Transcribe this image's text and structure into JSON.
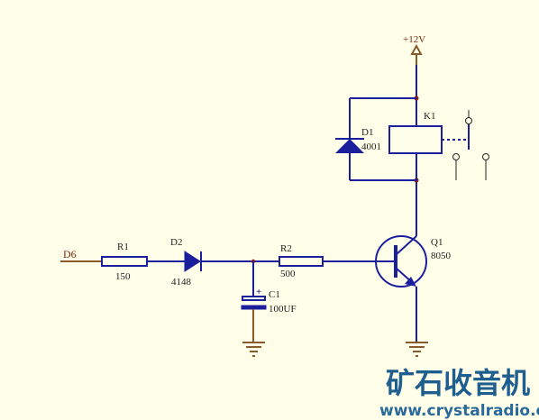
{
  "labels": {
    "net_input": "D6",
    "supply": "+12V",
    "r1_name": "R1",
    "r1_value": "150",
    "d2_name": "D2",
    "d2_value": "4148",
    "r2_name": "R2",
    "r2_value": "500",
    "c1_name": "C1",
    "c1_value": "100UF",
    "c1_polarity": "+",
    "d1_name": "D1",
    "d1_value": "4001",
    "k1_name": "K1",
    "q1_name": "Q1",
    "q1_value": "8050"
  },
  "watermark": {
    "text_cn": "矿石收音机",
    "url": "www.crystalradio.cn"
  },
  "colors": {
    "wire": "#1b1f9e",
    "ground": "#8a5a2b",
    "junction": "#8b1a1a",
    "background": "#fffee8",
    "net_label": "#7a2a10",
    "watermark": "#1f5f8f"
  }
}
